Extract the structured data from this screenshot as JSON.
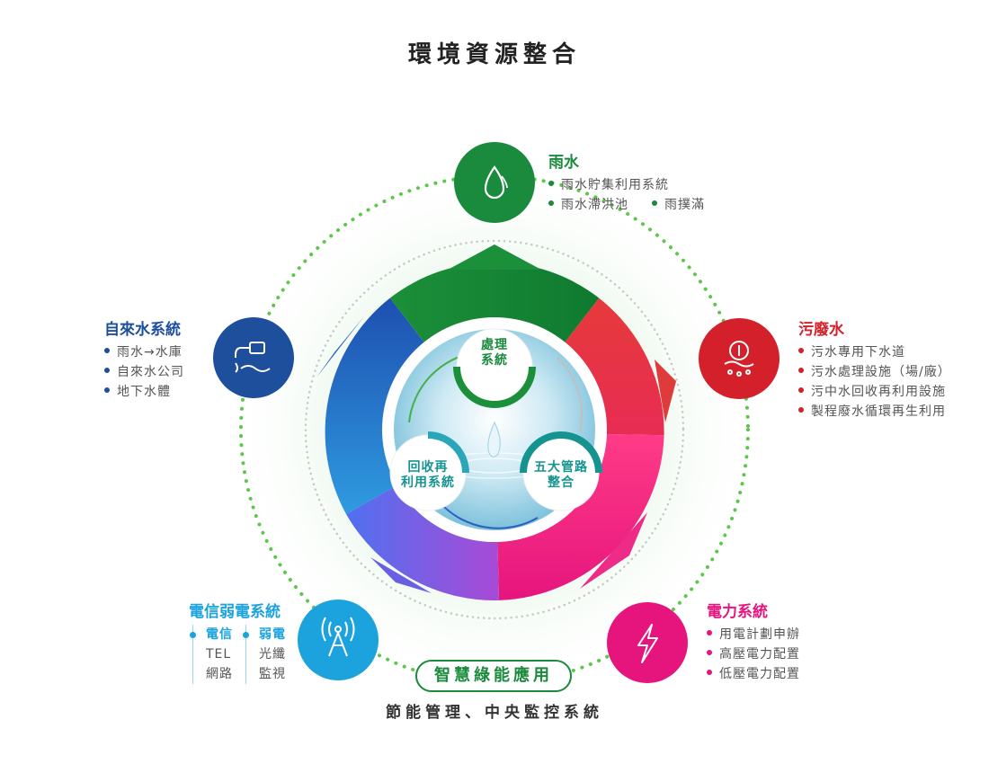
{
  "title": "環境資源整合",
  "footer": "節能管理、中央監控系統",
  "smart_green": "智慧綠能應用",
  "center": {
    "processing": "處理\n系統",
    "recycle": "回收再\n利用系統",
    "pipelines": "五大管路\n整合"
  },
  "rainwater": {
    "title": "雨水",
    "color": "#1a8a3c",
    "items": [
      "雨水貯集利用系統",
      "雨水滯洪池",
      "雨撲滿"
    ],
    "icon": "water-drop-icon"
  },
  "sewage": {
    "title": "污廢水",
    "color": "#d3202a",
    "items": [
      "污水專用下水道",
      "污水處理設施（場/廠）",
      "污中水回收再利用設施",
      "製程廢水循環再生利用"
    ],
    "icon": "sewage-pipe-icon"
  },
  "tapwater": {
    "title": "自來水系統",
    "color": "#1e4f9c",
    "items": [
      "雨水→水庫",
      "自來水公司",
      "地下水體"
    ],
    "icon": "faucet-icon"
  },
  "power": {
    "title": "電力系統",
    "color": "#e6157e",
    "items": [
      "用電計劃申辦",
      "高壓電力配置",
      "低壓電力配置"
    ],
    "icon": "lightning-icon"
  },
  "telecom": {
    "title": "電信弱電系統",
    "color": "#1ca3de",
    "col1": [
      "電信",
      "TEL",
      "網路"
    ],
    "col2": [
      "弱電",
      "光纖",
      "監視"
    ],
    "icon": "antenna-tower-icon"
  }
}
